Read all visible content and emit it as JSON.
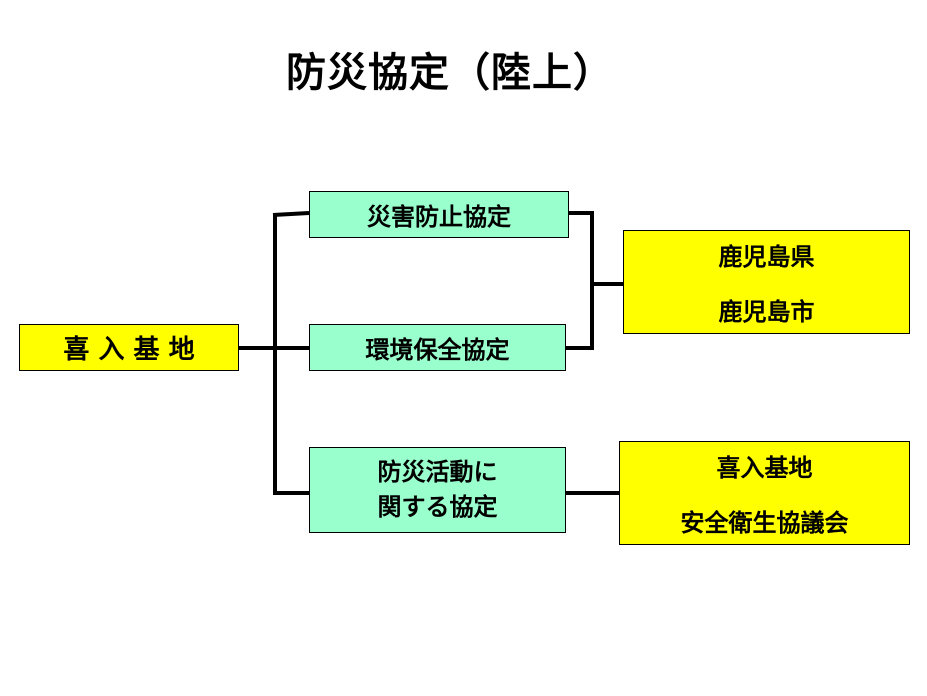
{
  "title": "防災協定（陸上）",
  "source": {
    "label": "喜 入 基 地"
  },
  "agreements": [
    {
      "label": "災害防止協定"
    },
    {
      "label": "環境保全協定"
    },
    {
      "line1": "防災活動に",
      "line2": "関する協定"
    }
  ],
  "parties": [
    {
      "line1": "鹿児島県",
      "line2": "鹿児島市"
    },
    {
      "line1": "喜入基地",
      "line2": "安全衛生協議会"
    }
  ],
  "colors": {
    "source_fill": "#ffff00",
    "agreement_fill": "#99ffcc",
    "party_fill": "#ffff00",
    "connector": "#000000"
  }
}
